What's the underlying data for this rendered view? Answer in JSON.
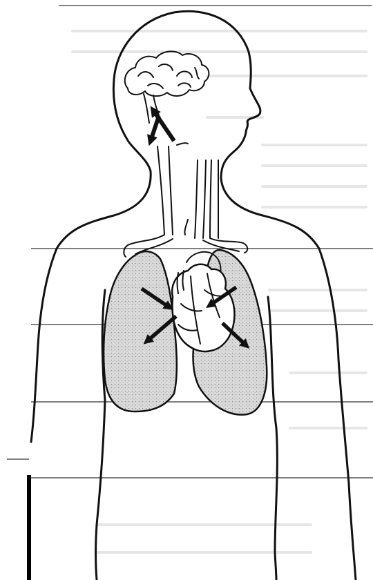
{
  "figure": {
    "subject": "human-torso-outline",
    "organs": [
      "brain",
      "lungs",
      "heart",
      "trachea",
      "blood-vessels"
    ],
    "arrow_icon": "arrow-icon",
    "colors": {
      "outline": "#111111",
      "lung_fill": "#d9d9d9",
      "background": "#ffffff",
      "rule_line": "#555555",
      "faint_text": "#e6e6e6"
    }
  }
}
